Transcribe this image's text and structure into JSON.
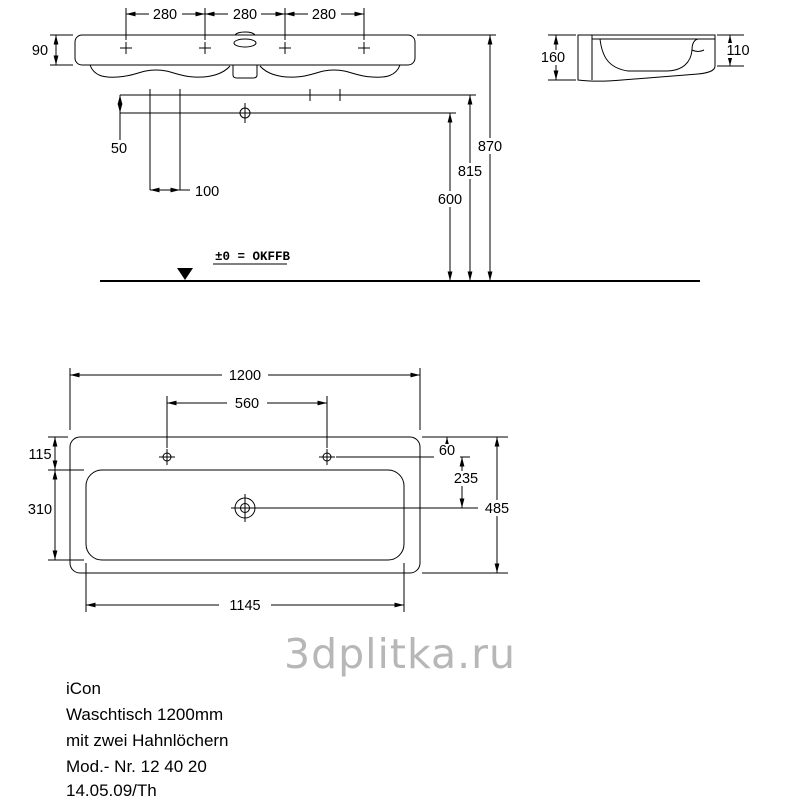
{
  "views": {
    "front": {
      "dims": {
        "w280_1": "280",
        "w280_2": "280",
        "w280_3": "280",
        "h90": "90",
        "h50": "50",
        "w100": "100",
        "h870": "870",
        "h815": "815",
        "h600": "600"
      },
      "floor_label": "±0 = OKFFB"
    },
    "side": {
      "dims": {
        "h160": "160",
        "h110": "110"
      }
    },
    "plan": {
      "dims": {
        "w1200": "1200",
        "w560": "560",
        "h115": "115",
        "h310": "310",
        "h60": "60",
        "h235": "235",
        "h485": "485",
        "w1145": "1145"
      }
    }
  },
  "watermark": "3dplitka.ru",
  "title_block": {
    "product": "iCon",
    "description": "Waschtisch 1200mm",
    "variant": "mit zwei Hahnlöchern",
    "model_no": "Mod.- Nr. 12 40 20",
    "date_code": "14.05.09/Th"
  },
  "colors": {
    "line": "#000000",
    "watermark": "#b7b7b7",
    "background": "#ffffff"
  }
}
